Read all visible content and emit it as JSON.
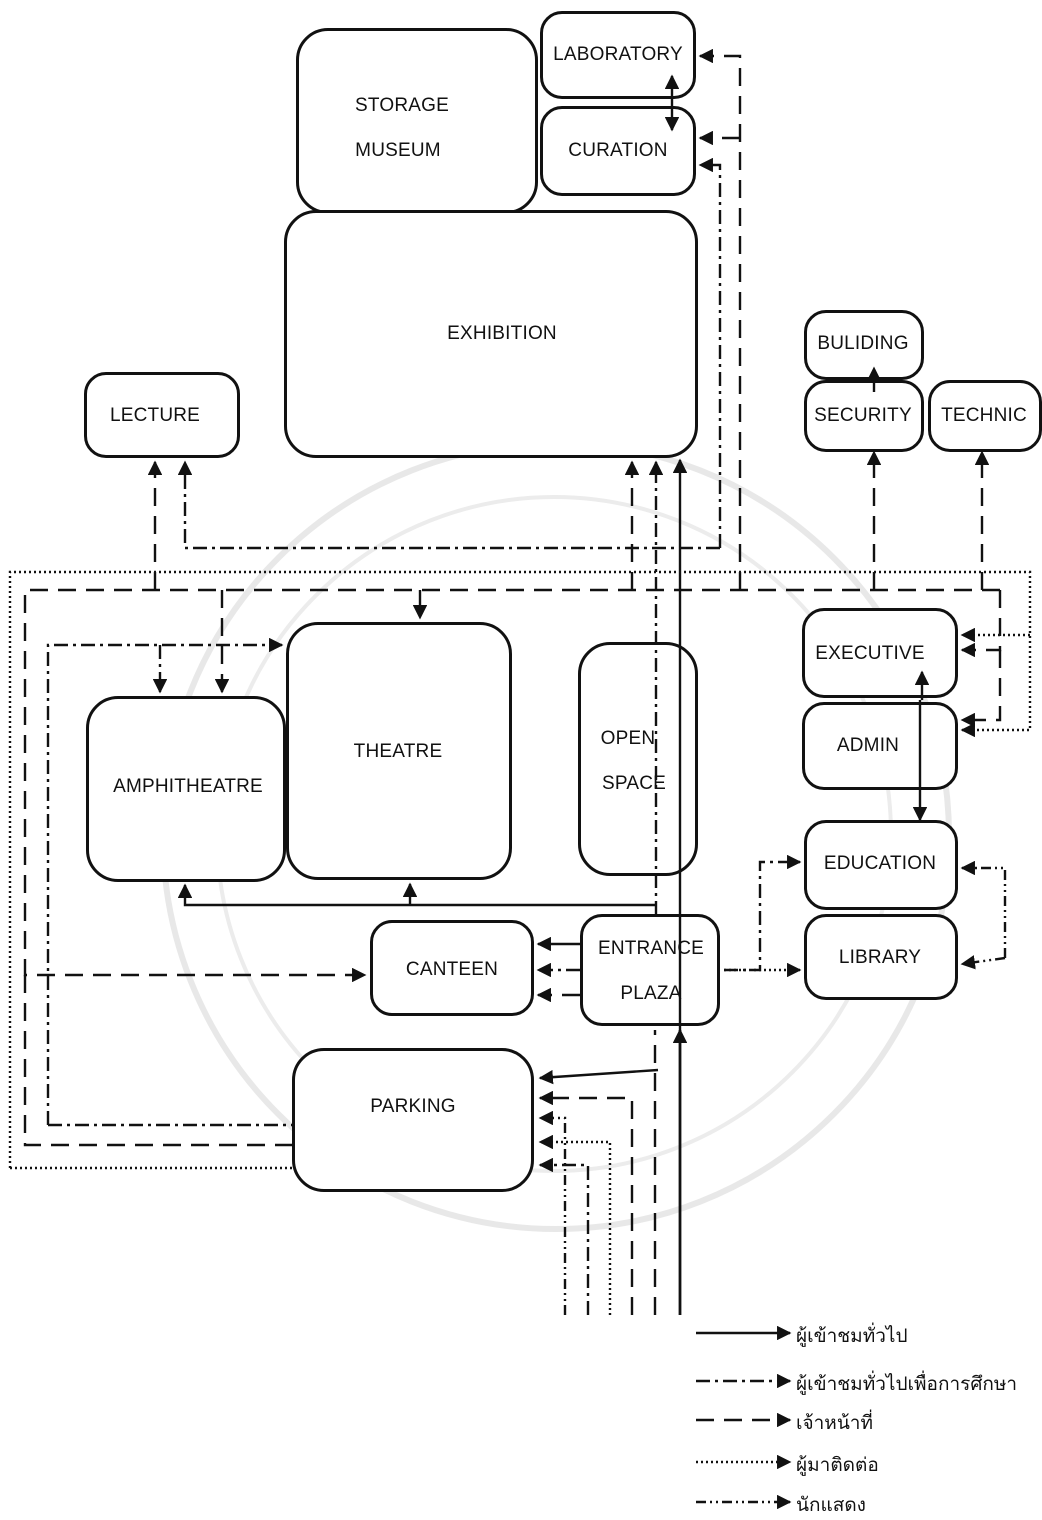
{
  "rooms": {
    "laboratory": "LABORATORY",
    "storage": "STORAGE",
    "museum": "MUSEUM",
    "curation": "CURATION",
    "exhibition": "EXHIBITION",
    "lecture": "LECTURE",
    "building": "BULIDING",
    "security": "SECURITY",
    "technic": "TECHNIC",
    "executive": "EXECUTIVE",
    "admin": "ADMIN",
    "education": "EDUCATION",
    "library": "LIBRARY",
    "theatre": "THEATRE",
    "amphitheatre": "AMPHITHEATRE",
    "open": "OPEN",
    "space": "SPACE",
    "entrance": "ENTRANCE",
    "plaza": "PLAZA",
    "canteen": "CANTEEN",
    "parking": "PARKING"
  },
  "legend": {
    "general_visitor": "ผู้เข้าชมทั่วไป",
    "study_visitor": "ผู้เข้าชมทั่วไปเพื่อการศึกษา",
    "staff": "เจ้าหน้าที่",
    "contact_visitor": "ผู้มาติดต่อ",
    "performer": "นักแสดง"
  },
  "colors": {
    "line": "#111111",
    "watermark": "#e6e6e6"
  }
}
